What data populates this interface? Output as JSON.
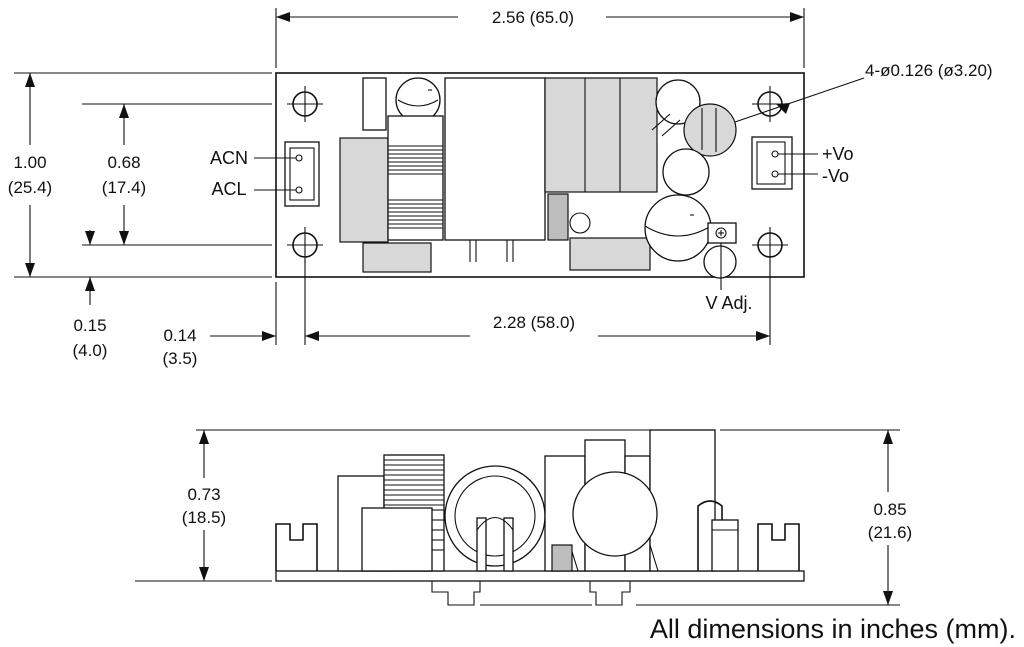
{
  "dimensions": {
    "overall_length": "2.56 (65.0)",
    "overall_width_in": "1.00",
    "overall_width_mm": "(25.4)",
    "connector_offset_in": "0.68",
    "connector_offset_mm": "(17.4)",
    "hole_spacing_x": "2.28 (58.0)",
    "bottom_hole_offset_in": "0.15",
    "bottom_hole_offset_mm": "(4.0)",
    "left_hole_offset_in": "0.14",
    "left_hole_offset_mm": "(3.5)",
    "mounting_holes": "4-ø0.126 (ø3.20)",
    "side_height_left_in": "0.73",
    "side_height_left_mm": "(18.5)",
    "side_height_right_in": "0.85",
    "side_height_right_mm": "(21.6)"
  },
  "labels": {
    "acn": "ACN",
    "acl": "ACL",
    "pos_vo": "+Vo",
    "neg_vo": "-Vo",
    "v_adj": "V Adj."
  },
  "note": "All dimensions in inches (mm)."
}
